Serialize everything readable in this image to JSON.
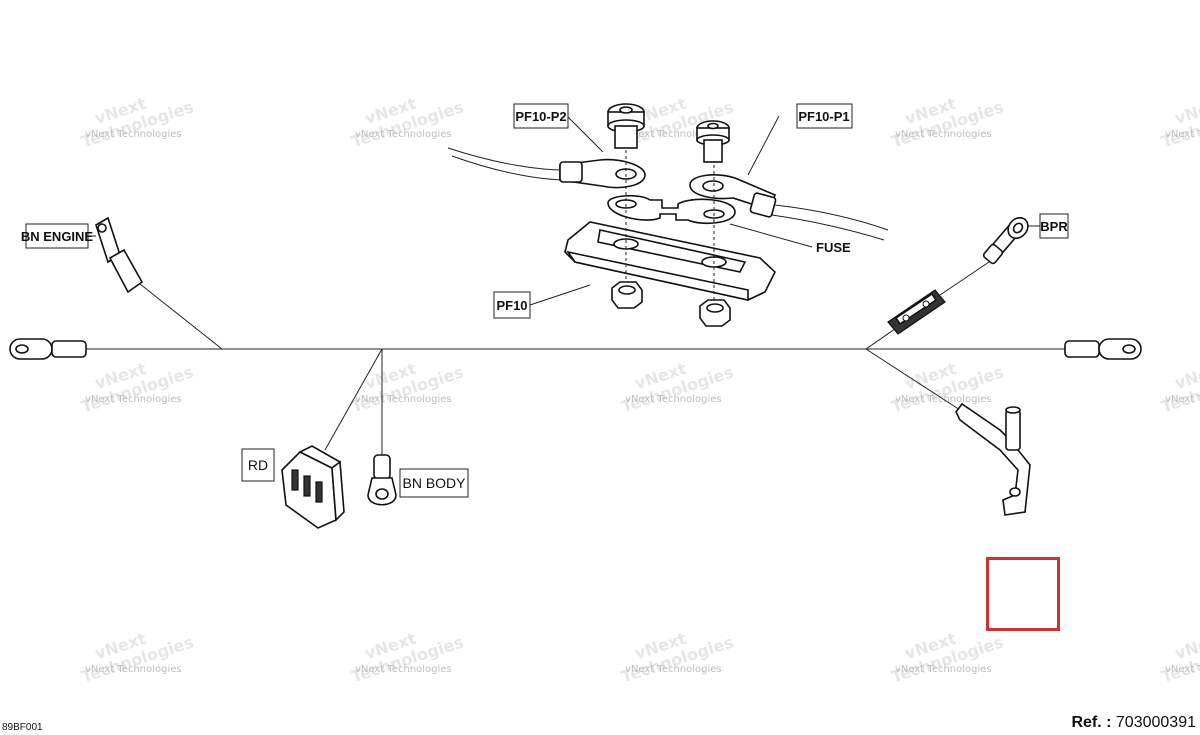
{
  "labels": {
    "pf10_p2": "PF10-P2",
    "pf10_p1": "PF10-P1",
    "bn_engine": "BN ENGINE",
    "bpr": "BPR",
    "fuse": "FUSE",
    "pf10": "PF10",
    "rd": "RD",
    "bn_body": "BN  BODY"
  },
  "watermark": {
    "line1": "vNext Technologies",
    "line2": "vNext",
    "line3": "Technologies"
  },
  "footer": {
    "code": "89BF001",
    "ref_label": "Ref. :",
    "ref_value": "703000391"
  },
  "colors": {
    "highlight": "#d32f2f"
  }
}
